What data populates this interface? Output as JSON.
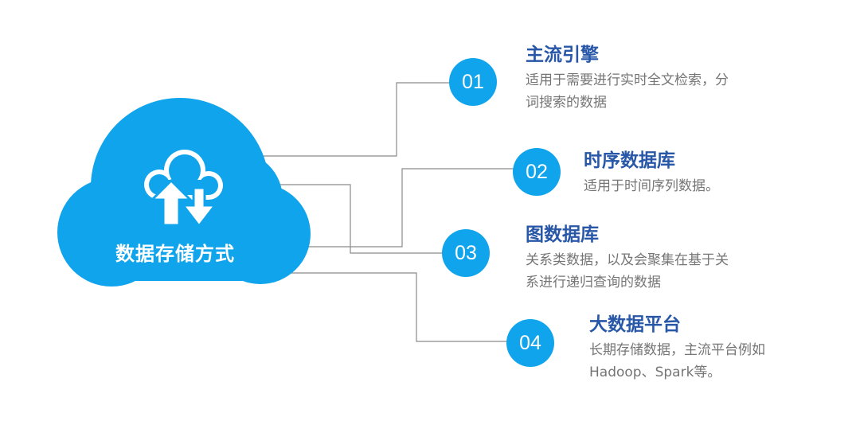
{
  "center": {
    "title": "数据存储方式",
    "icon": "cloud-upload-download-icon"
  },
  "colors": {
    "accent": "#10a4ec",
    "title": "#2857a8",
    "text": "#757575",
    "connector": "#8a8a8a"
  },
  "items": [
    {
      "number": "01",
      "title": "主流引擎",
      "desc_lines": [
        "适用于需要进行实时全文检索，分",
        "词搜索的数据"
      ]
    },
    {
      "number": "02",
      "title": "时序数据库",
      "desc_lines": [
        "适用于时间序列数据。"
      ]
    },
    {
      "number": "03",
      "title": "图数据库",
      "desc_lines": [
        "关系类数据，以及会聚集在基于关",
        "系进行递归查询的数据"
      ]
    },
    {
      "number": "04",
      "title": "大数据平台",
      "desc_lines": [
        "长期存储数据，主流平台例如",
        "Hadoop、Spark等。"
      ]
    }
  ]
}
